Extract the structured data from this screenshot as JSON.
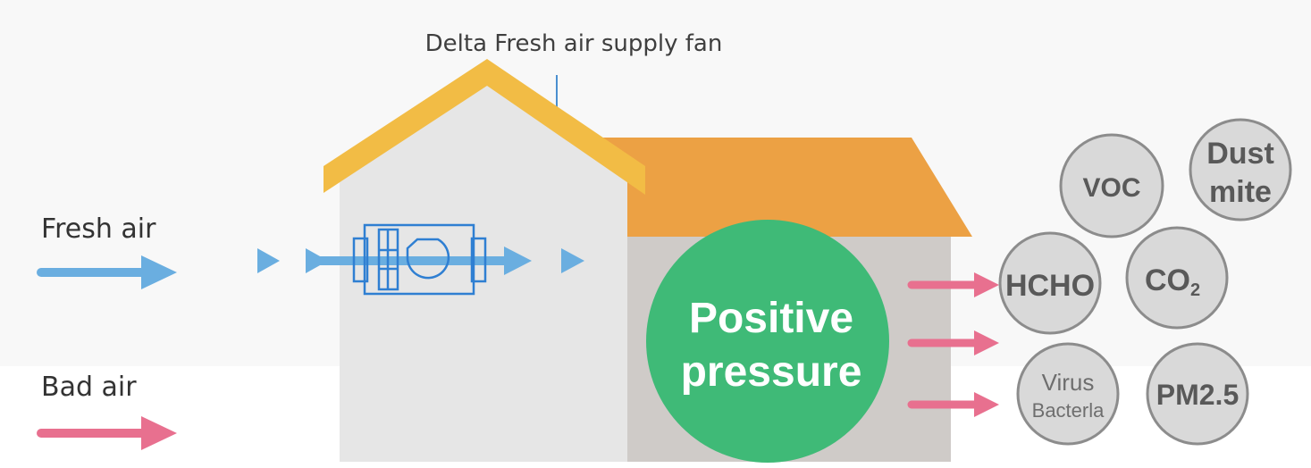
{
  "title": "Delta Fresh air supply fan",
  "legend": {
    "fresh_air": "Fresh air",
    "bad_air": "Bad air"
  },
  "center_label": {
    "line1": "Positive",
    "line2": "pressure"
  },
  "pollutants": [
    {
      "name": "voc",
      "line1": "VOC",
      "line2": ""
    },
    {
      "name": "dust-mite",
      "line1": "Dust",
      "line2": "mite"
    },
    {
      "name": "hcho",
      "line1": "HCHO",
      "line2": ""
    },
    {
      "name": "co2",
      "line1": "CO",
      "sub": "2"
    },
    {
      "name": "virus-bacteria",
      "line1": "Virus",
      "line2": "Bacterla"
    },
    {
      "name": "pm25",
      "line1": "PM2.5",
      "line2": ""
    }
  ],
  "colors": {
    "fresh_air": "#6aaee0",
    "bad_air": "#e8708f",
    "roof_left": "#f2bc45",
    "roof_right": "#eca144",
    "wall_left": "#e6e6e6",
    "wall_right": "#cfcbc8",
    "bubble": "#3fba77",
    "pollutant_fill": "#d9d9d9",
    "pollutant_stroke": "#8c8c8c"
  },
  "icons": {
    "fan_unit": "fan-unit-icon",
    "flow_arrow": "arrow-right-icon"
  }
}
